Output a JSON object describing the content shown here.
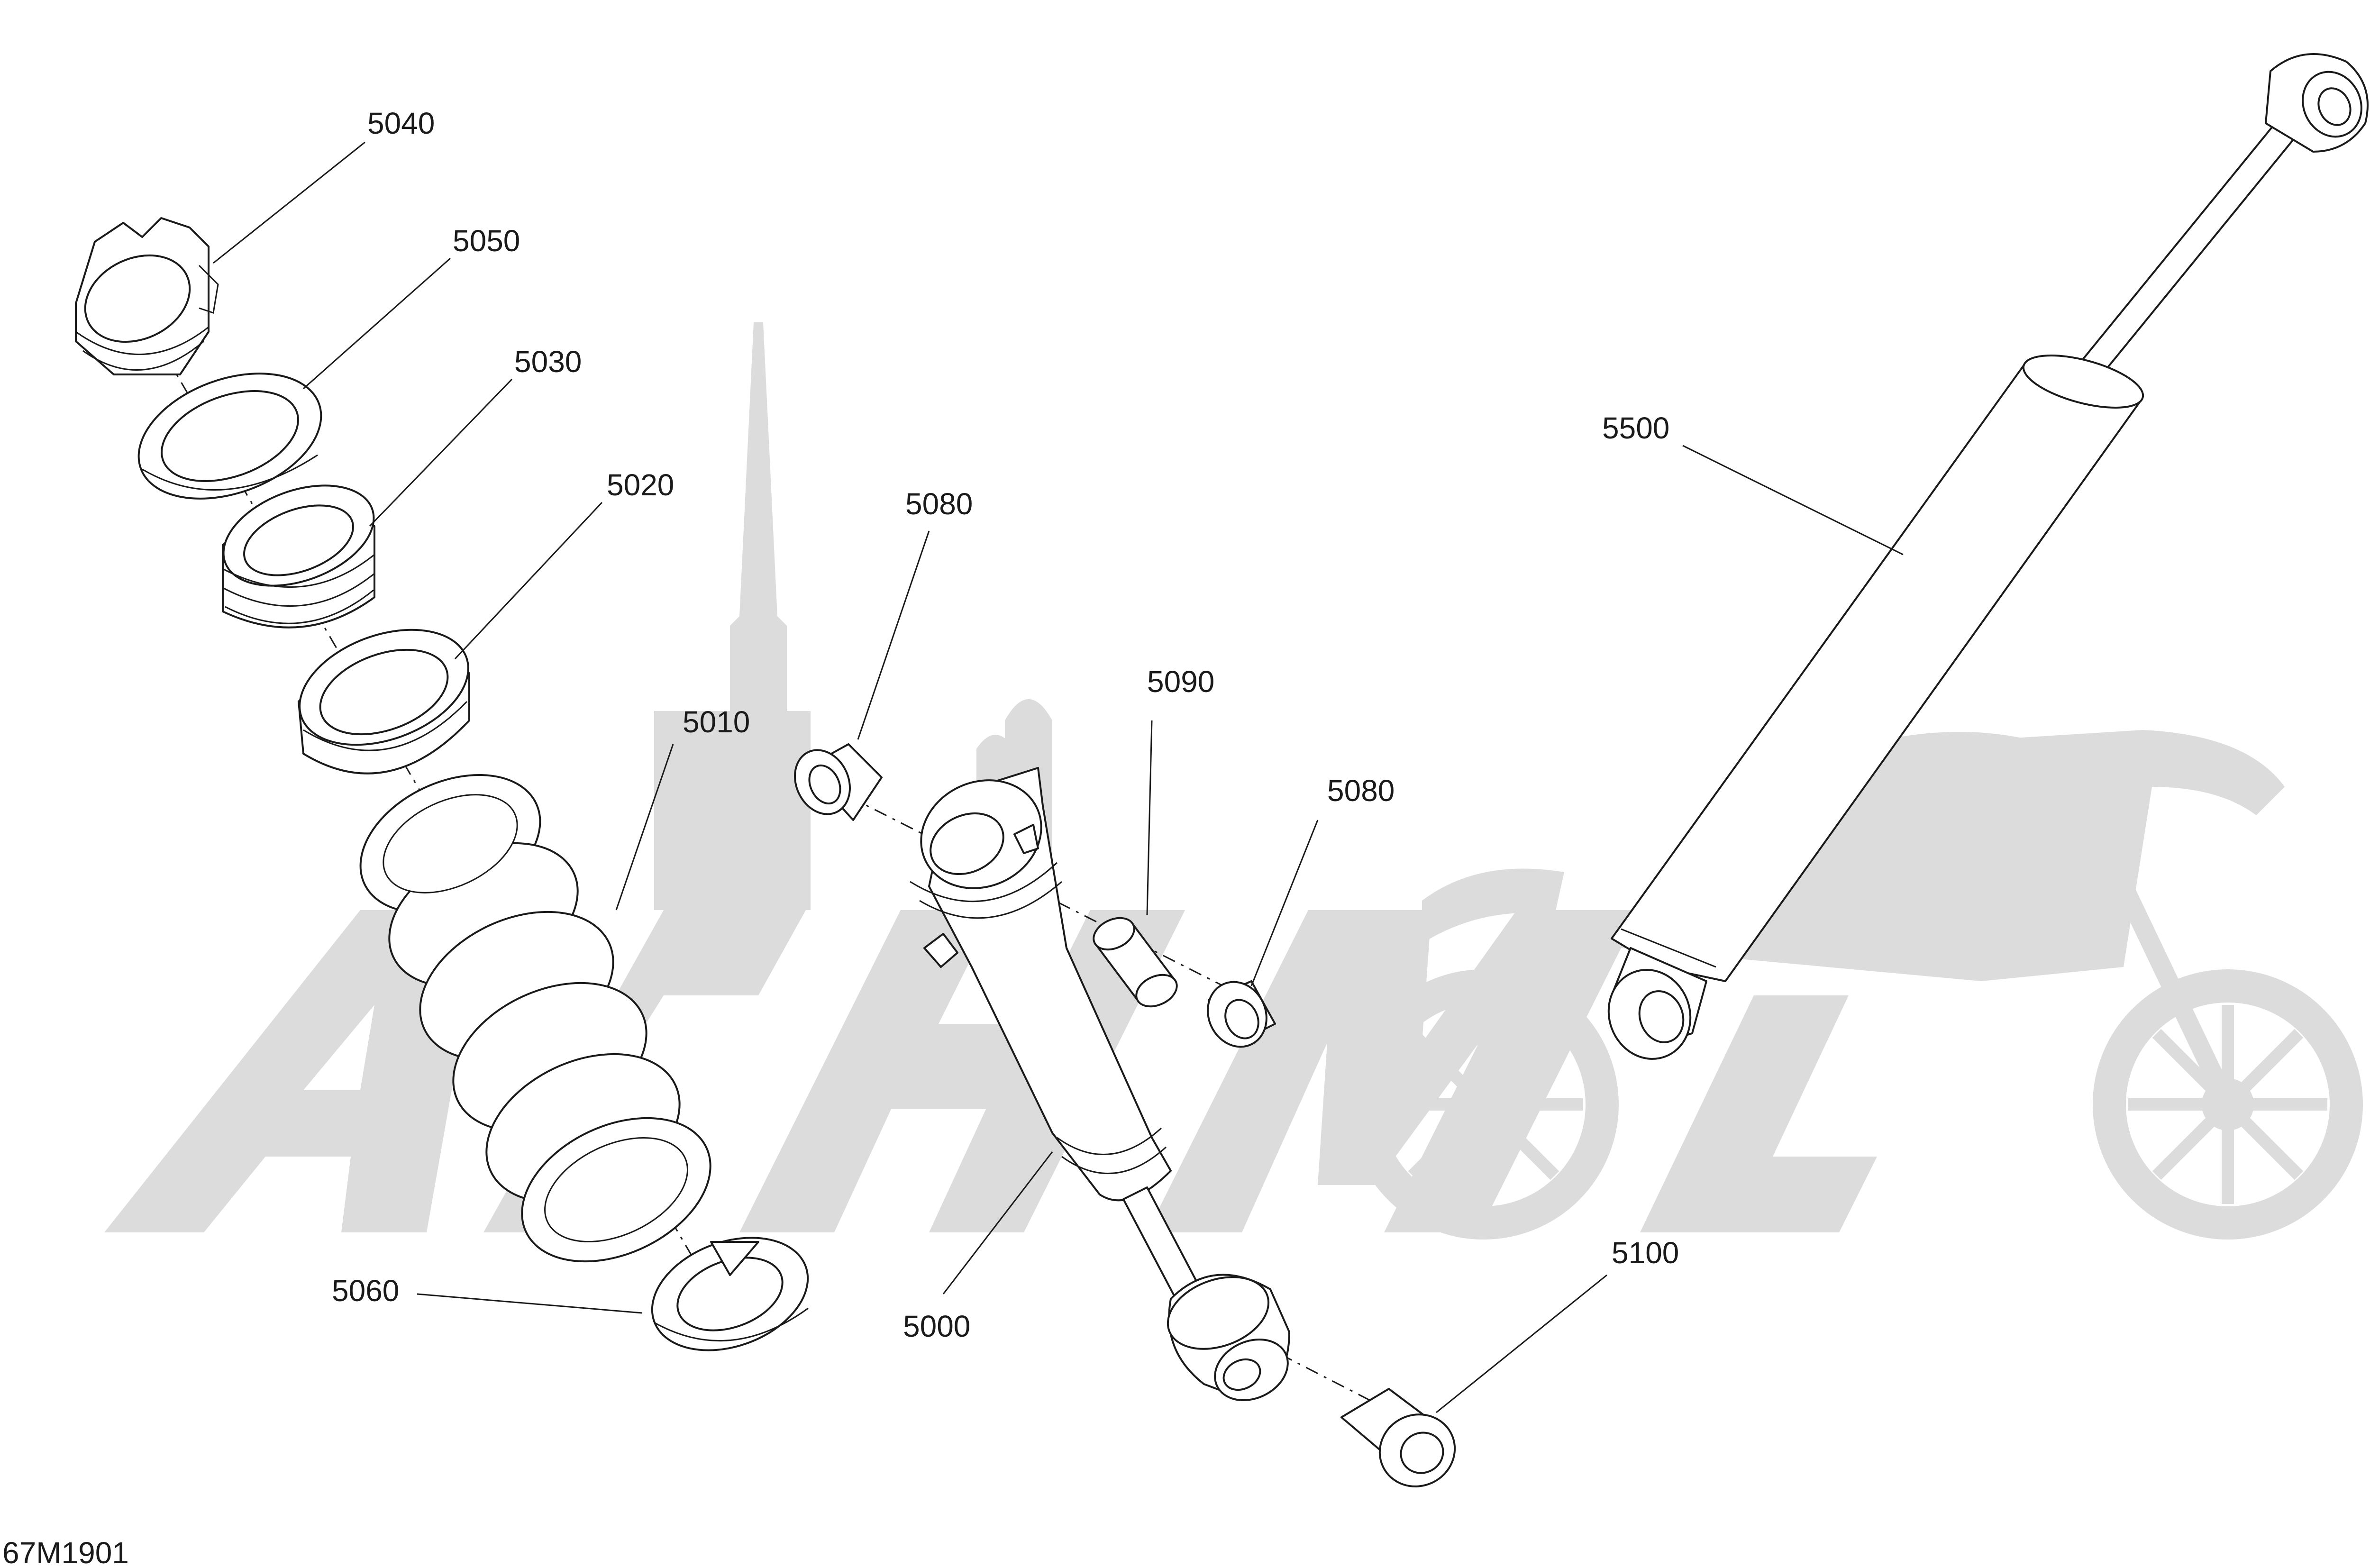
{
  "diagram_code": "67M1901",
  "watermark": {
    "name": "watermark-logo",
    "color": "#dcdcdc"
  },
  "callouts": [
    {
      "id": "c5040",
      "label": "5040"
    },
    {
      "id": "c5050",
      "label": "5050"
    },
    {
      "id": "c5030",
      "label": "5030"
    },
    {
      "id": "c5020",
      "label": "5020"
    },
    {
      "id": "c5010",
      "label": "5010"
    },
    {
      "id": "c5060",
      "label": "5060"
    },
    {
      "id": "c5080a",
      "label": "5080"
    },
    {
      "id": "c5090",
      "label": "5090"
    },
    {
      "id": "c5080b",
      "label": "5080"
    },
    {
      "id": "c5000",
      "label": "5000"
    },
    {
      "id": "c5100",
      "label": "5100"
    },
    {
      "id": "c5500",
      "label": "5500"
    }
  ]
}
